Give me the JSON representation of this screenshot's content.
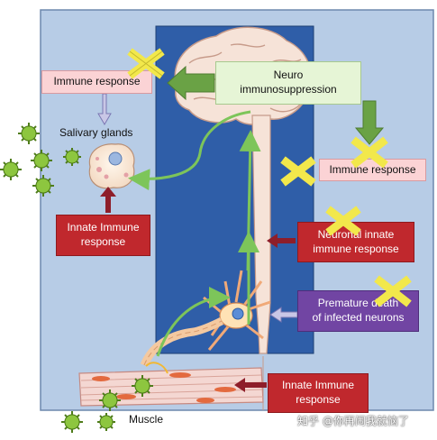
{
  "labels": {
    "immune_response_left": "Immune response",
    "neuro_immunosuppression": "Neuro\nimmunosuppression",
    "salivary_glands": "Salivary glands",
    "immune_response_right": "Immune response",
    "innate_immune_left": "Innate Immune\nresponse",
    "neuronal_innate": "Neuronal innate\nimmune response",
    "premature_death": "Premature death\nof infected neurons",
    "innate_immune_bottom": "Innate Immune\nresponse",
    "muscle": "Muscle"
  },
  "watermark": "知乎 @你再闹我就恼了",
  "colors": {
    "panel": "#b7cce6",
    "cns_column": "#2f5ea8",
    "pink_box": "#fbd3d5",
    "green_box": "#e6f5d6",
    "red_box": "#c0282d",
    "purple_box": "#7145a3",
    "block_cross": "#f2e84b",
    "virus": "#8dc63f"
  }
}
